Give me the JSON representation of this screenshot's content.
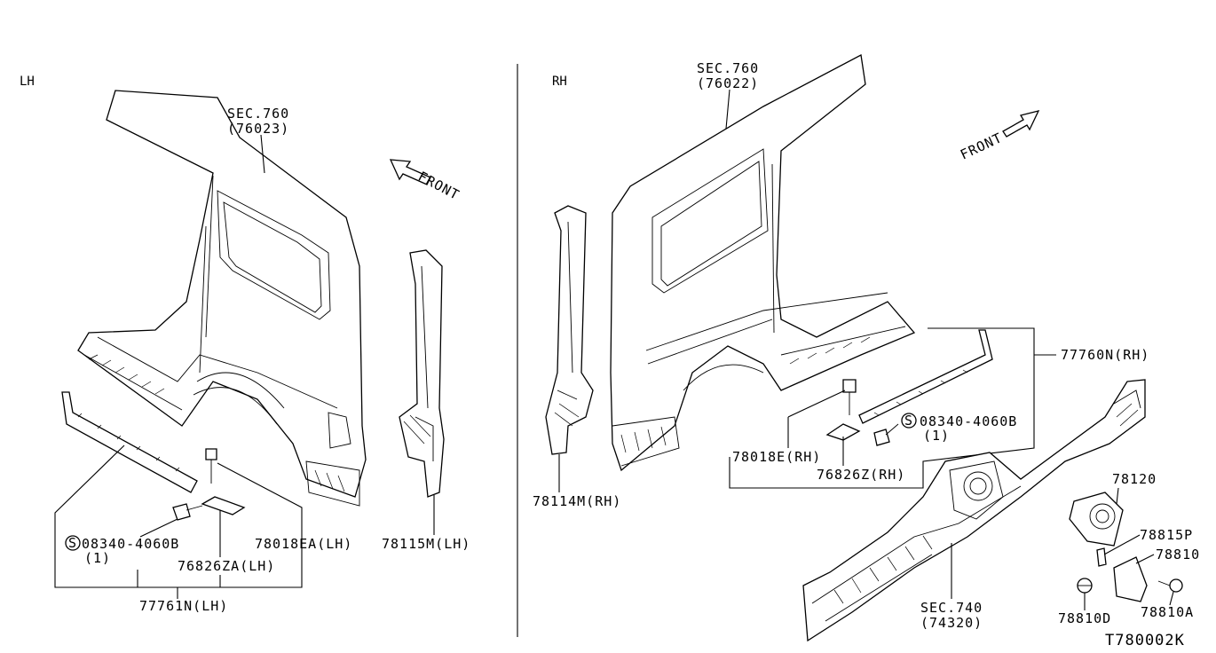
{
  "diagram_code": "T780002K",
  "left": {
    "side_label": "LH",
    "sec_ref": "SEC.760",
    "sec_num": "(76023)",
    "front": "FRONT",
    "labels": {
      "p78115M": "78115M(LH)",
      "p78018EA": "78018EA(LH)",
      "screw": "08340-4060B",
      "screw_qty": "(1)",
      "p76826ZA": "76826ZA(LH)",
      "p77761N": "77761N(LH)"
    }
  },
  "right": {
    "side_label": "RH",
    "sec_ref": "SEC.760",
    "sec_num": "(76022)",
    "front": "FRONT",
    "labels": {
      "p78114M": "78114M(RH)",
      "p77760N": "77760N(RH)",
      "screw": "08340-4060B",
      "screw_qty": "(1)",
      "p78018E": "78018E(RH)",
      "p76826Z": "76826Z(RH)",
      "p78120": "78120",
      "p78815P": "78815P",
      "p78810": "78810",
      "p78810D": "78810D",
      "p78810A": "78810A",
      "sec740": "SEC.740",
      "sec740_num": "(74320)"
    }
  },
  "symbols": {
    "screw_marker": "S"
  }
}
